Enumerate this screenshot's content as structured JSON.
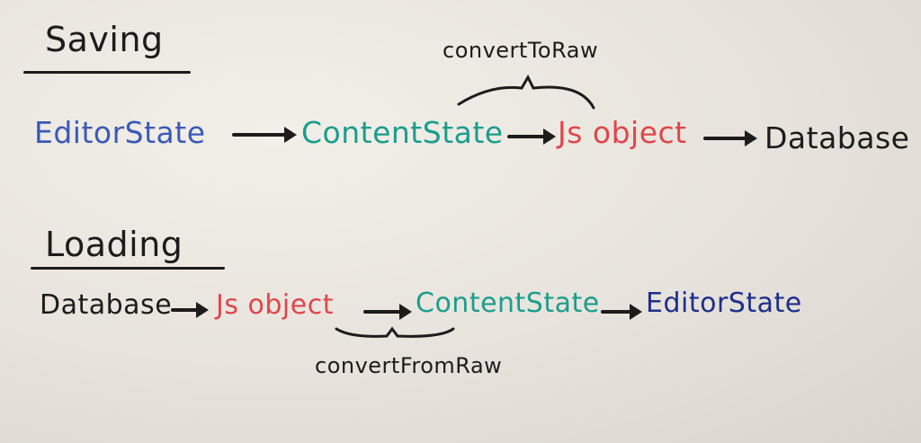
{
  "colors": {
    "black": "#1c1c1c",
    "editor_blue_top": "#3a5ab8",
    "editor_blue_bottom": "#1f2f8a",
    "content_teal": "#1a9e8c",
    "js_red": "#e0464a"
  },
  "saving": {
    "heading": "Saving",
    "nodes": [
      {
        "label": "EditorState",
        "color": "#3a5ab8"
      },
      {
        "label": "ContentState",
        "color": "#1a9e8c"
      },
      {
        "label": "Js object",
        "color": "#e0464a"
      },
      {
        "label": "Database",
        "color": "#1c1c1c"
      }
    ],
    "brace_label": "convertToRaw"
  },
  "loading": {
    "heading": "Loading",
    "nodes": [
      {
        "label": "Database",
        "color": "#1c1c1c"
      },
      {
        "label": "Js object",
        "color": "#e0464a"
      },
      {
        "label": "ContentState",
        "color": "#1a9e8c"
      },
      {
        "label": "EditorState",
        "color": "#1f2f8a"
      }
    ],
    "brace_label": "convertFromRaw"
  }
}
